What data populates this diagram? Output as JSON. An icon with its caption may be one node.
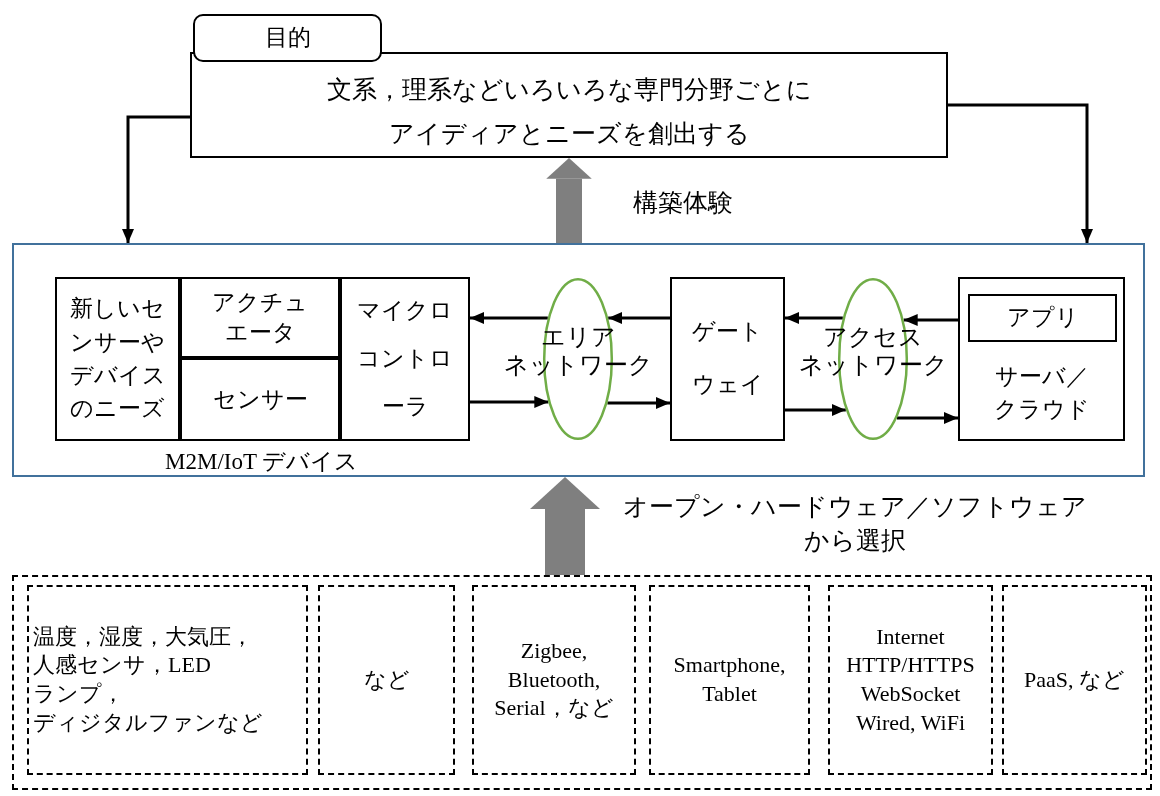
{
  "diagram": {
    "nodes": [
      {
        "text": [
          "目的",
          "文系，理系などいろいろな専門分野ごとにアイディアとニーズを創出する"
        ]
      },
      {
        "text": [],
        "shape": "box"
      },
      {
        "text": [
          "新しいセンサーやデバイスのニーズ"
        ],
        "in": 1
      },
      {
        "text": [
          "アクチュエータ"
        ],
        "in": 1
      },
      {
        "text": [
          "センサー"
        ],
        "in": 1
      },
      {
        "text": [
          "マイクロコントローラ"
        ],
        "in": 1
      },
      {
        "text": [
          "エリア",
          "ネットワーク"
        ],
        "in": 1
      },
      {
        "text": [
          "ゲートウェイ"
        ],
        "in": 1
      },
      {
        "text": [
          "アクセス",
          "ネットワーク"
        ],
        "in": 1
      },
      {
        "text": [
          "サーバ／クラウド"
        ],
        "in": 1
      },
      {
        "text": [
          "アプリ"
        ],
        "in": 9
      },
      {
        "text": [],
        "shape": "box"
      },
      {
        "text": [
          "温度，湿度，大気圧，人感センサ，LED ランプ，ディジタルファンなど"
        ],
        "in": 11
      },
      {
        "text": [
          "など"
        ],
        "in": 11
      },
      {
        "text": [
          "Zigbee, Bluetooth, Serial，など"
        ],
        "in": 11
      },
      {
        "text": [
          "Smartphone, Tablet"
        ],
        "in": 11
      },
      {
        "text": [
          "Internet HTTP/HTTPS WebSocket Wired, WiFi"
        ],
        "in": 11
      },
      {
        "text": [
          "PaaS, など"
        ],
        "in": 11
      }
    ],
    "edges": [
      {
        "from": 0,
        "to": 1,
        "arrow": "to"
      },
      {
        "from": 0,
        "to": 1,
        "arrow": "to"
      },
      {
        "from": 1,
        "to": 0,
        "arrow": "to",
        "label": "構築体験",
        "style": "thick",
        "color": "#7f7f7f"
      },
      {
        "from": 11,
        "to": 1,
        "arrow": "to",
        "label": "オープン・ハードウェア／ソフトウェアから選択",
        "style": "thick",
        "color": "#7f7f7f"
      },
      {
        "from": 6,
        "to": 5,
        "arrow": "to"
      },
      {
        "from": 5,
        "to": 6,
        "arrow": "to"
      },
      {
        "from": 7,
        "to": 6,
        "arrow": "to"
      },
      {
        "from": 6,
        "to": 7,
        "arrow": "to"
      },
      {
        "from": 8,
        "to": 7,
        "arrow": "to"
      },
      {
        "from": 7,
        "to": 8,
        "arrow": "to"
      },
      {
        "from": 9,
        "to": 8,
        "arrow": "to"
      },
      {
        "from": 8,
        "to": 9,
        "arrow": "to"
      }
    ],
    "labels": [
      "M2M/IoT デバイス"
    ]
  }
}
